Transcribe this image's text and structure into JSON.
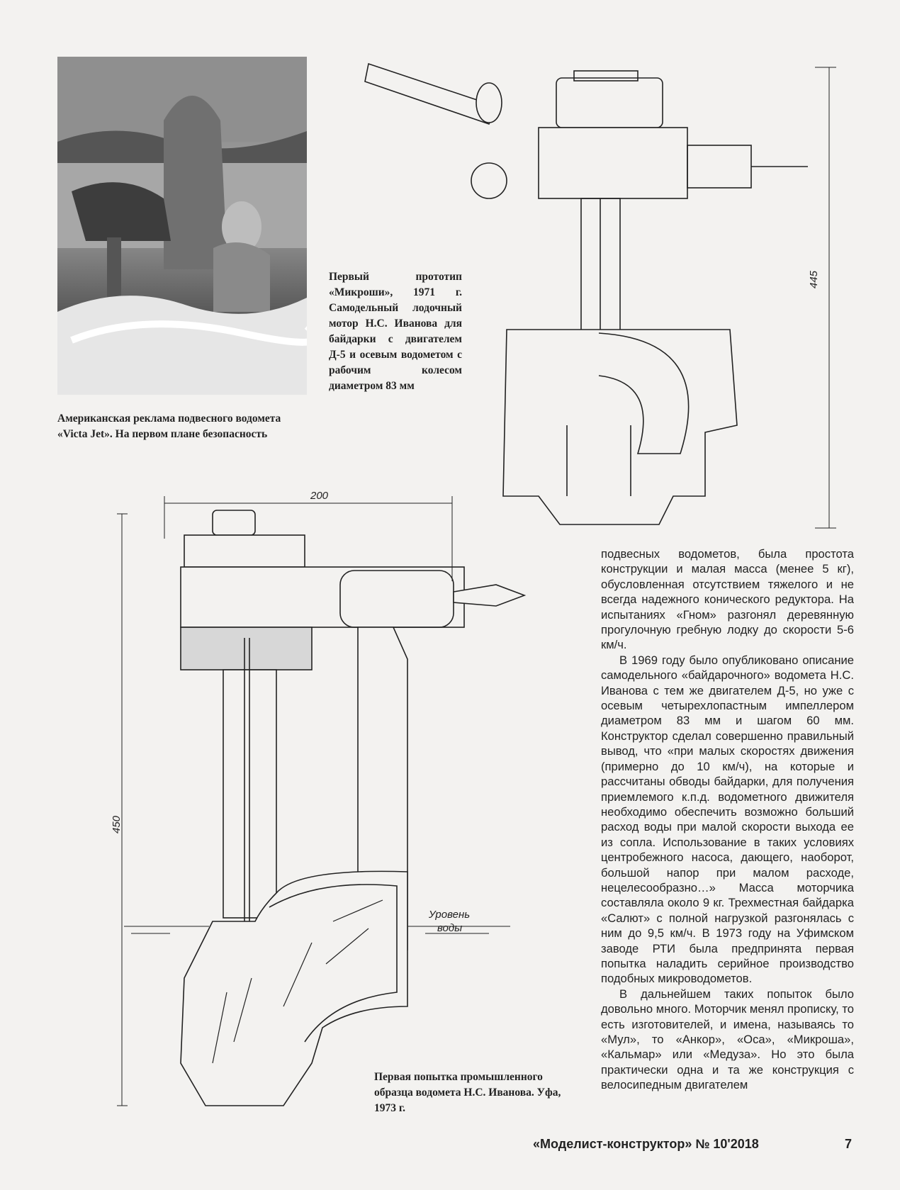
{
  "captions": {
    "photo": "Американская реклама подвесного водомета «Victa Jet». На первом плане безопасность",
    "prototype": "Первый прототип «Микроши», 1971 г. Самодельный лодочный мотор Н.С. Иванова для байдарки с двигателем Д-5 и осевым водометом с рабочим колесом диаметром 83 мм",
    "ufa": "Первая попытка промышленного образца водомета Н.С. Иванова. Уфа, 1973 г."
  },
  "drawing_top": {
    "dimension": "445"
  },
  "drawing_bottom": {
    "dimension_height": "450",
    "dimension_width": "200",
    "water_label_1": "Уровень",
    "water_label_2": "воды"
  },
  "body": {
    "p1": "подвесных водометов, была простота конструкции и малая масса (менее 5 кг), обусловленная отсутствием тяжелого и не всегда надежного конического редуктора. На испытаниях «Гном» разгонял деревянную прогулочную гребную лодку до скорости 5-6 км/ч.",
    "p2": "В 1969 году было опубликовано описание самодельного «байдарочного» водомета Н.С. Иванова с тем же двигателем Д-5, но уже с осевым четырехлопастным импеллером диаметром 83 мм и шагом 60 мм. Конструктор сделал совершенно правильный вывод, что «при малых скоростях движения (примерно до 10 км/ч), на которые и рассчитаны обводы байдарки, для получения приемлемого к.п.д. водометного движителя необходимо обеспечить возможно больший расход воды при малой скорости выхода ее из сопла. Использование в таких условиях центробежного насоса, дающего, наоборот, большой напор при малом расходе, нецелесообразно…» Масса моторчика составляла около 9 кг. Трехместная байдарка «Салют» с полной нагрузкой разгонялась с ним до 9,5 км/ч. В 1973 году на Уфимском заводе РТИ была предпринята первая попытка наладить серийное производство подобных микроводометов.",
    "p3": "В дальнейшем таких попыток было довольно много. Моторчик менял прописку, то есть изготовителей, и имена, называясь то «Мул», то «Анкор», «Оса», «Микроша», «Кальмар» или «Медуза». Но это была практически одна и та же конструкция с велосипедным двигателем"
  },
  "footer": {
    "journal": "«Моделист-конструктор» № 10'2018",
    "page": "7"
  }
}
